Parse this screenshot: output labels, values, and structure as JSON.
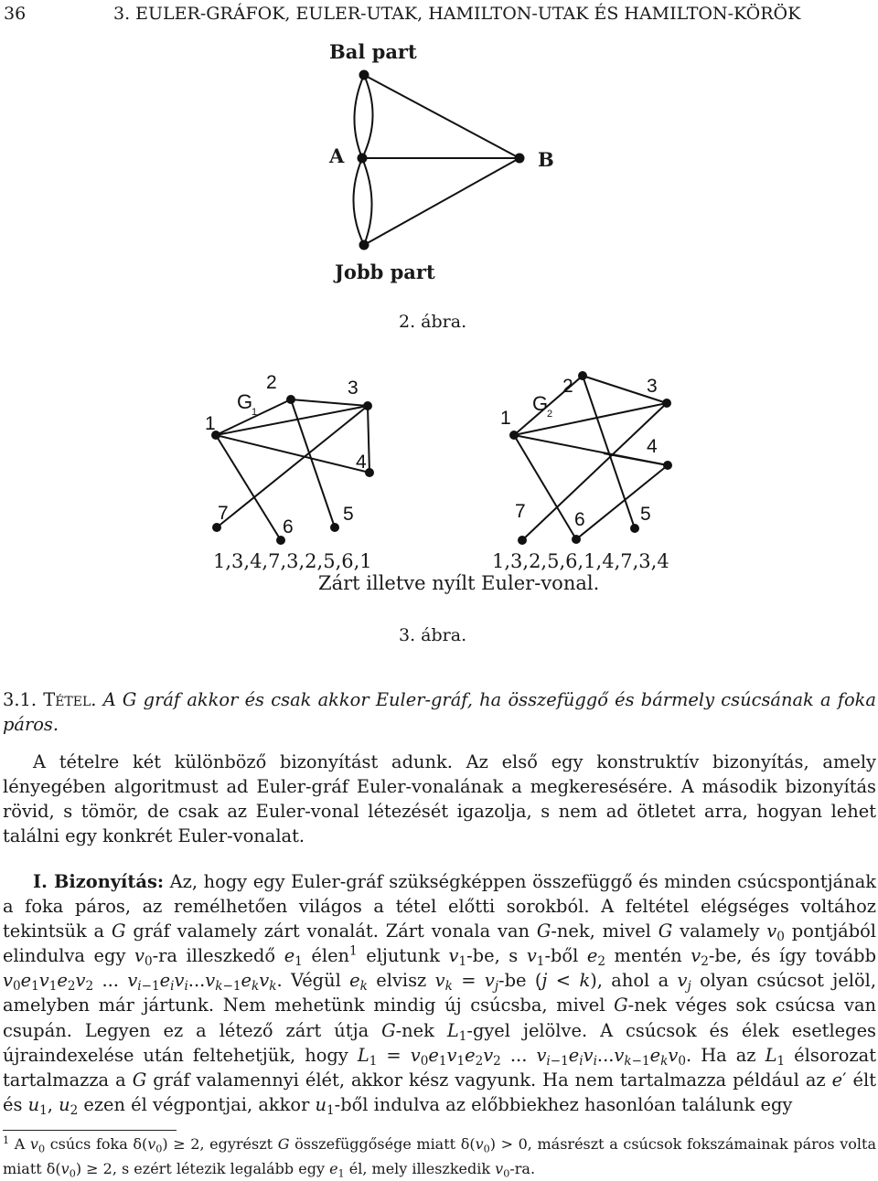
{
  "header": {
    "page_number": "36",
    "chapter_title": "3. EULER-GRÁFOK, EULER-UTAK, HAMILTON-UTAK ÉS HAMILTON-KÖRÖK"
  },
  "figure2": {
    "top_label": "Bal part",
    "node_a": "A",
    "node_b": "B",
    "bottom_label": "Jobb part",
    "caption": "2. ábra."
  },
  "figure3": {
    "g1": {
      "name": "G",
      "subscript": "1",
      "vertex_labels": [
        "1",
        "2",
        "3",
        "4",
        "5",
        "6",
        "7"
      ],
      "sequence": "1,3,4,7,3,2,5,6,1"
    },
    "g2": {
      "name": "G",
      "subscript": "2",
      "vertex_labels": [
        "1",
        "2",
        "3",
        "4",
        "5",
        "6",
        "7"
      ],
      "sequence": "1,3,2,5,6,1,4,7,3,4"
    },
    "subtitle": "Zárt illetve nyílt Euler-vonal.",
    "caption": "3. ábra."
  },
  "theorem": {
    "number": "3.1.",
    "keyword": "Tétel.",
    "statement": "A G gráf akkor és csak akkor Euler-gráf, ha összefüggő és bármely csúcsának a foka páros."
  },
  "paragraph1": "A tételre két különböző bizonyítást adunk. Az első egy konstruktív bizonyítás, amely lényegében algoritmust ad Euler-gráf Euler-vonalának a megkeresésére. A második bizonyítás rövid, s tömör, de csak az Euler-vonal létezését igazolja, s nem ad ötletet arra, hogyan lehet találni egy konkrét Euler-vonalat.",
  "proof": {
    "label": "I. Bizonyítás:",
    "text": "Az, hogy egy Euler-gráf szükségképpen összefüggő és minden csúcspontjának a foka páros, az remélhetően világos a tétel előtti sorokból. A feltétel elégséges voltához tekintsük a G gráf valamely zárt vonalát. Zárt vonala van G-nek, mivel G valamely v0 pontjából elindulva egy v0-ra illeszkedő e1 élen1 eljutunk v1-be, s v1-ből e2 mentén v2-be, és így tovább v0e1v1e2v2 ... vi−1eivi...vk−1ekvk. Végül ek elvisz vk = vj-be (j < k), ahol a vj olyan csúcsot jelöl, amelyben már jártunk. Nem mehetünk mindig új csúcsba, mivel G-nek véges sok csúcsa van csupán. Legyen ez a létező zárt útja G-nek L1-gyel jelölve. A csúcsok és élek esetleges újraindexelése után feltehetjük, hogy L1 = v0e1v1e2v2 ... vi−1eivi...vk−1ekv0. Ha az L1 élsorozat tartalmazza a G gráf valamennyi élét, akkor kész vagyunk. Ha nem tartalmazza például az e′ élt és u1, u2 ezen él végpontjai, akkor u1-ből indulva az előbbiekhez hasonlóan találunk egy"
  },
  "footnote": {
    "marker": "1",
    "text": "A v0 csúcs foka δ(v0) ≥ 2, egyrészt G összefüggősége miatt δ(v0) > 0, másrészt a csúcsok fokszámainak páros volta miatt δ(v0) ≥ 2, s ezért létezik legalább egy e1 él, mely illeszkedik v0-ra."
  }
}
